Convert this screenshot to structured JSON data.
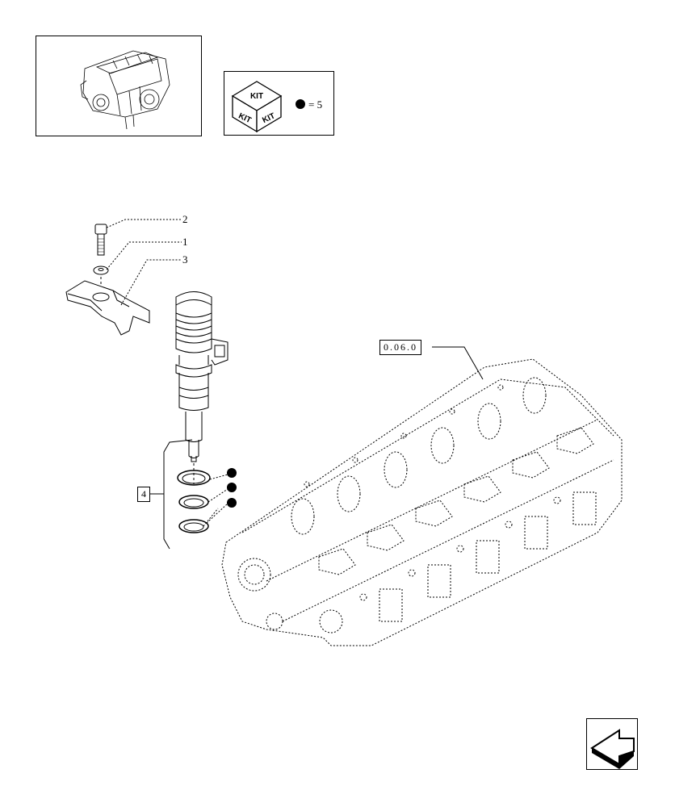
{
  "header": {
    "kit_icon": {
      "top_text": "KIT",
      "left_text": "KIT",
      "right_text": "KIT"
    },
    "legend_equals": "= 5"
  },
  "callouts": {
    "c2": "2",
    "c1": "1",
    "c3": "3",
    "c4": "4",
    "ref": "0.06.0"
  },
  "icons": [
    "engine-thumbnail",
    "kit-cube-icon",
    "black-dot-icon",
    "next-page-arrow-icon"
  ],
  "colors": {
    "line": "#000000",
    "background": "#ffffff"
  }
}
